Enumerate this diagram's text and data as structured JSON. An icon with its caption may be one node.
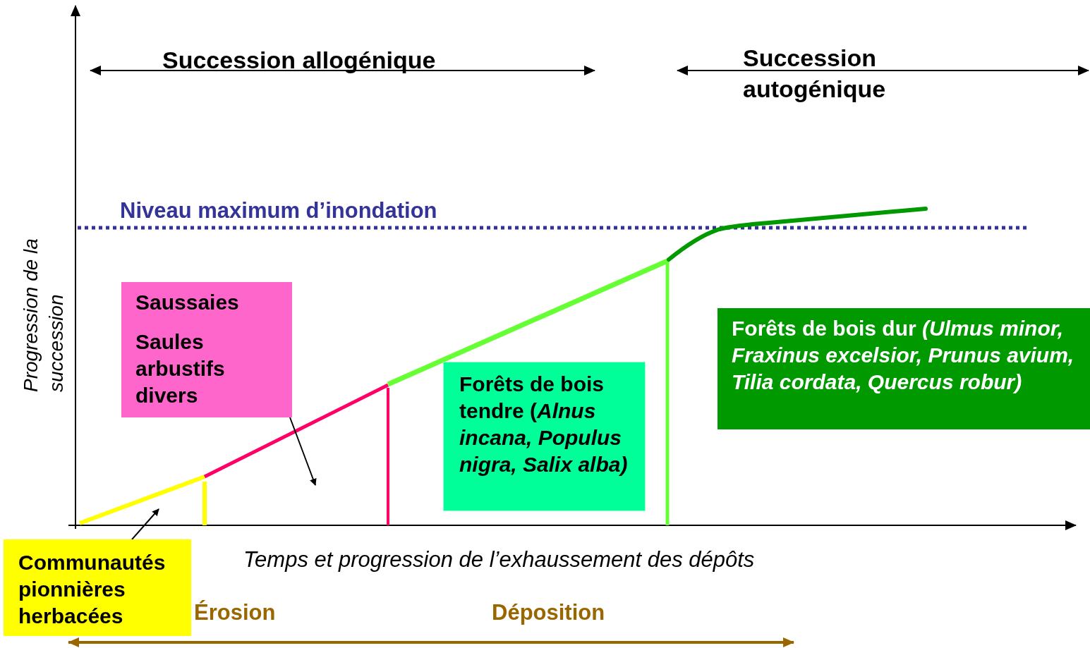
{
  "diagram": {
    "nodes": [
      {
        "text": [
          "Saussaies",
          "Saules arbustifs divers"
        ]
      },
      {
        "text": [
          "Forêts de bois tendre (*Alnus incana, Populus nigra, Salix alba)*"
        ]
      },
      {
        "text": [
          "Forêts de bois dur *(Ulmus minor, Fraxinus excelsior, Prunus avium, Tilia cordata, Quercus robur)*"
        ]
      },
      {
        "text": [
          "Communautés pionnières herbacées"
        ]
      }
    ],
    "edges": [
      {
        "from": 0,
        "to": null,
        "arrow": "to"
      },
      {
        "from": 3,
        "to": null,
        "arrow": "to"
      }
    ],
    "labels": [
      "Succession allogénique",
      "Succession autogénique",
      "Niveau maximum d’inondation",
      "Progression de la succession",
      "Temps et progression de l’exhaussement des dépôts",
      "Érosion",
      "Déposition"
    ]
  }
}
